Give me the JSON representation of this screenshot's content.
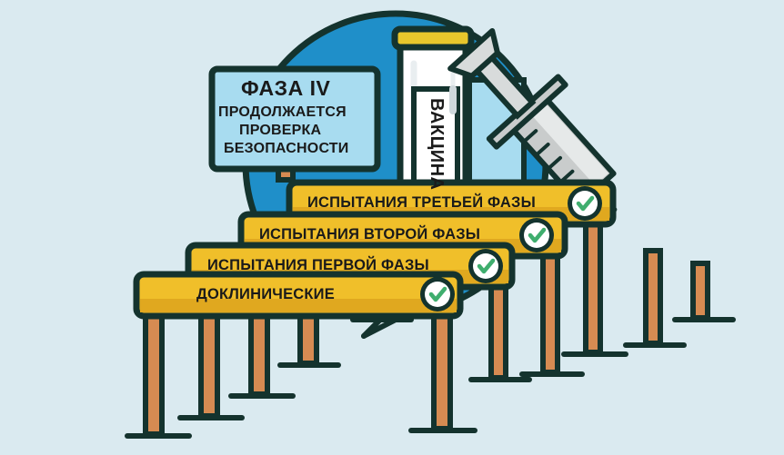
{
  "image": {
    "kind": "infographic",
    "language": "ru",
    "subject": "vaccine-clinical-trial-phases-staircase",
    "background_color": "#daeaf0",
    "outline_color": "#14332e"
  },
  "palette": {
    "background": "#daeaf0",
    "circle_blue": "#1f8fc9",
    "sign_yellow": "#f0bf2a",
    "sign_yellow_shade": "#e0a81f",
    "sign_lightblue": "#a8dcf0",
    "post_orange": "#d68b52",
    "check_green": "#3fae6e",
    "vial_white": "#ffffff",
    "vial_cap_yellow": "#e8c62c",
    "syringe_gray": "#c9cccc",
    "outline": "#14332e"
  },
  "phase_four_sign": {
    "title": "ФАЗА IV",
    "lines": [
      "ПРОДОЛЖАЕТСЯ",
      "ПРОВЕРКА",
      "БЕЗОПАСНОСТИ"
    ],
    "color": "#a8dcf0"
  },
  "vial": {
    "label": "ВАКЦИНА",
    "cap_color": "#e8c62c",
    "body_color": "#ffffff"
  },
  "syringe": {
    "name": "syringe",
    "color": "#c9cccc"
  },
  "steps": [
    {
      "id": "step-phase-3",
      "label": "ИСПЫТАНИЯ ТРЕТЬЕЙ ФАЗЫ",
      "completed": true,
      "badge": "check",
      "color": "#f0bf2a"
    },
    {
      "id": "step-phase-2",
      "label": "ИСПЫТАНИЯ ВТОРОЙ ФАЗЫ",
      "completed": true,
      "badge": "check",
      "color": "#f0bf2a"
    },
    {
      "id": "step-phase-1",
      "label": "ИСПЫТАНИЯ ПЕРВОЙ ФАЗЫ",
      "completed": true,
      "badge": "check",
      "color": "#f0bf2a"
    },
    {
      "id": "step-preclinical",
      "label": "ДОКЛИНИЧЕСКИЕ",
      "completed": true,
      "badge": "check",
      "color": "#f0bf2a"
    }
  ]
}
